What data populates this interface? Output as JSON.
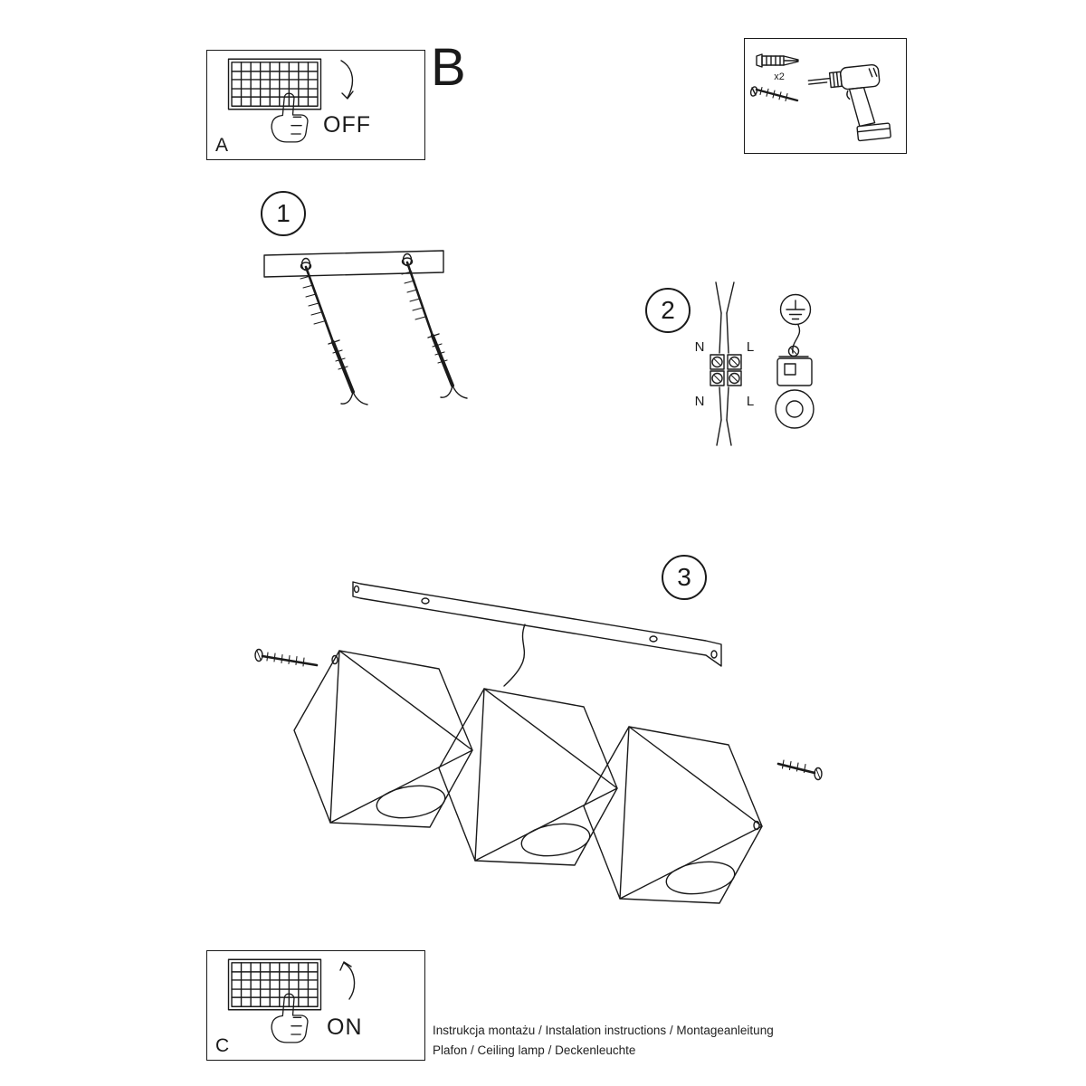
{
  "document": {
    "section_b_label": "B",
    "caption_line1": "Instrukcja montażu / Instalation instructions / Montageanleitung",
    "caption_line2": "Plafon / Ceiling lamp / Deckenleuchte"
  },
  "power_off_box": {
    "label": "A",
    "state_label": "OFF"
  },
  "power_on_box": {
    "label": "C",
    "state_label": "ON"
  },
  "tools_box": {
    "anchors_quantity": "x2"
  },
  "step1": {
    "number": "1"
  },
  "step2": {
    "number": "2",
    "label_n_top": "N",
    "label_l_top": "L",
    "label_n_bottom": "N",
    "label_l_bottom": "L"
  },
  "step3": {
    "number": "3"
  },
  "colors": {
    "line": "#1a1a1a",
    "background": "#ffffff"
  }
}
